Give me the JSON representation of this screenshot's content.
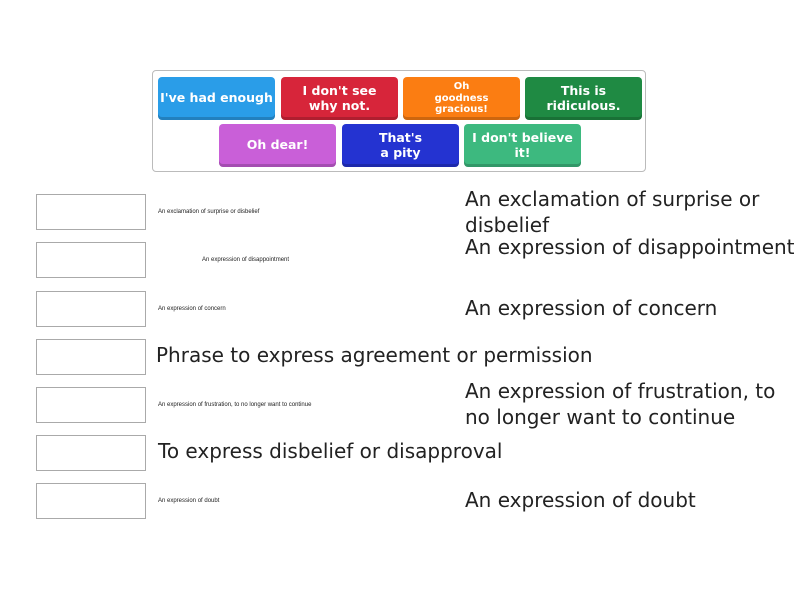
{
  "tiles": [
    {
      "label": "I've had enough",
      "color": "#2a9de8"
    },
    {
      "label": "I don't see\nwhy not.",
      "color": "#d7253a"
    },
    {
      "label": "Oh\ngoodness\ngracious!",
      "color": "#fb7d12"
    },
    {
      "label": "This is\nridiculous.",
      "color": "#1f8a43"
    },
    {
      "label": "Oh dear!",
      "color": "#c95fd8"
    },
    {
      "label": "That's\na pity",
      "color": "#2433d1"
    },
    {
      "label": "I don't believe it!",
      "color": "#3db97f"
    }
  ],
  "rows": [
    {
      "label": "An exclamation of surprise or disbelief",
      "definition": "An exclamation of surprise or disbelief"
    },
    {
      "label": "An expression of disappointment",
      "definition": "An expression of disappointment"
    },
    {
      "label": "An expression of concern",
      "definition": "An expression of concern"
    },
    {
      "label": "Phrase to express agreement or permission",
      "definition": ""
    },
    {
      "label": "An expression of frustration, to no longer want to continue",
      "definition": "An expression of frustration, to no longer want to continue"
    },
    {
      "label": "To express disbelief or disapproval",
      "definition": ""
    },
    {
      "label": "An expression of doubt",
      "definition": "An expression of doubt"
    }
  ]
}
